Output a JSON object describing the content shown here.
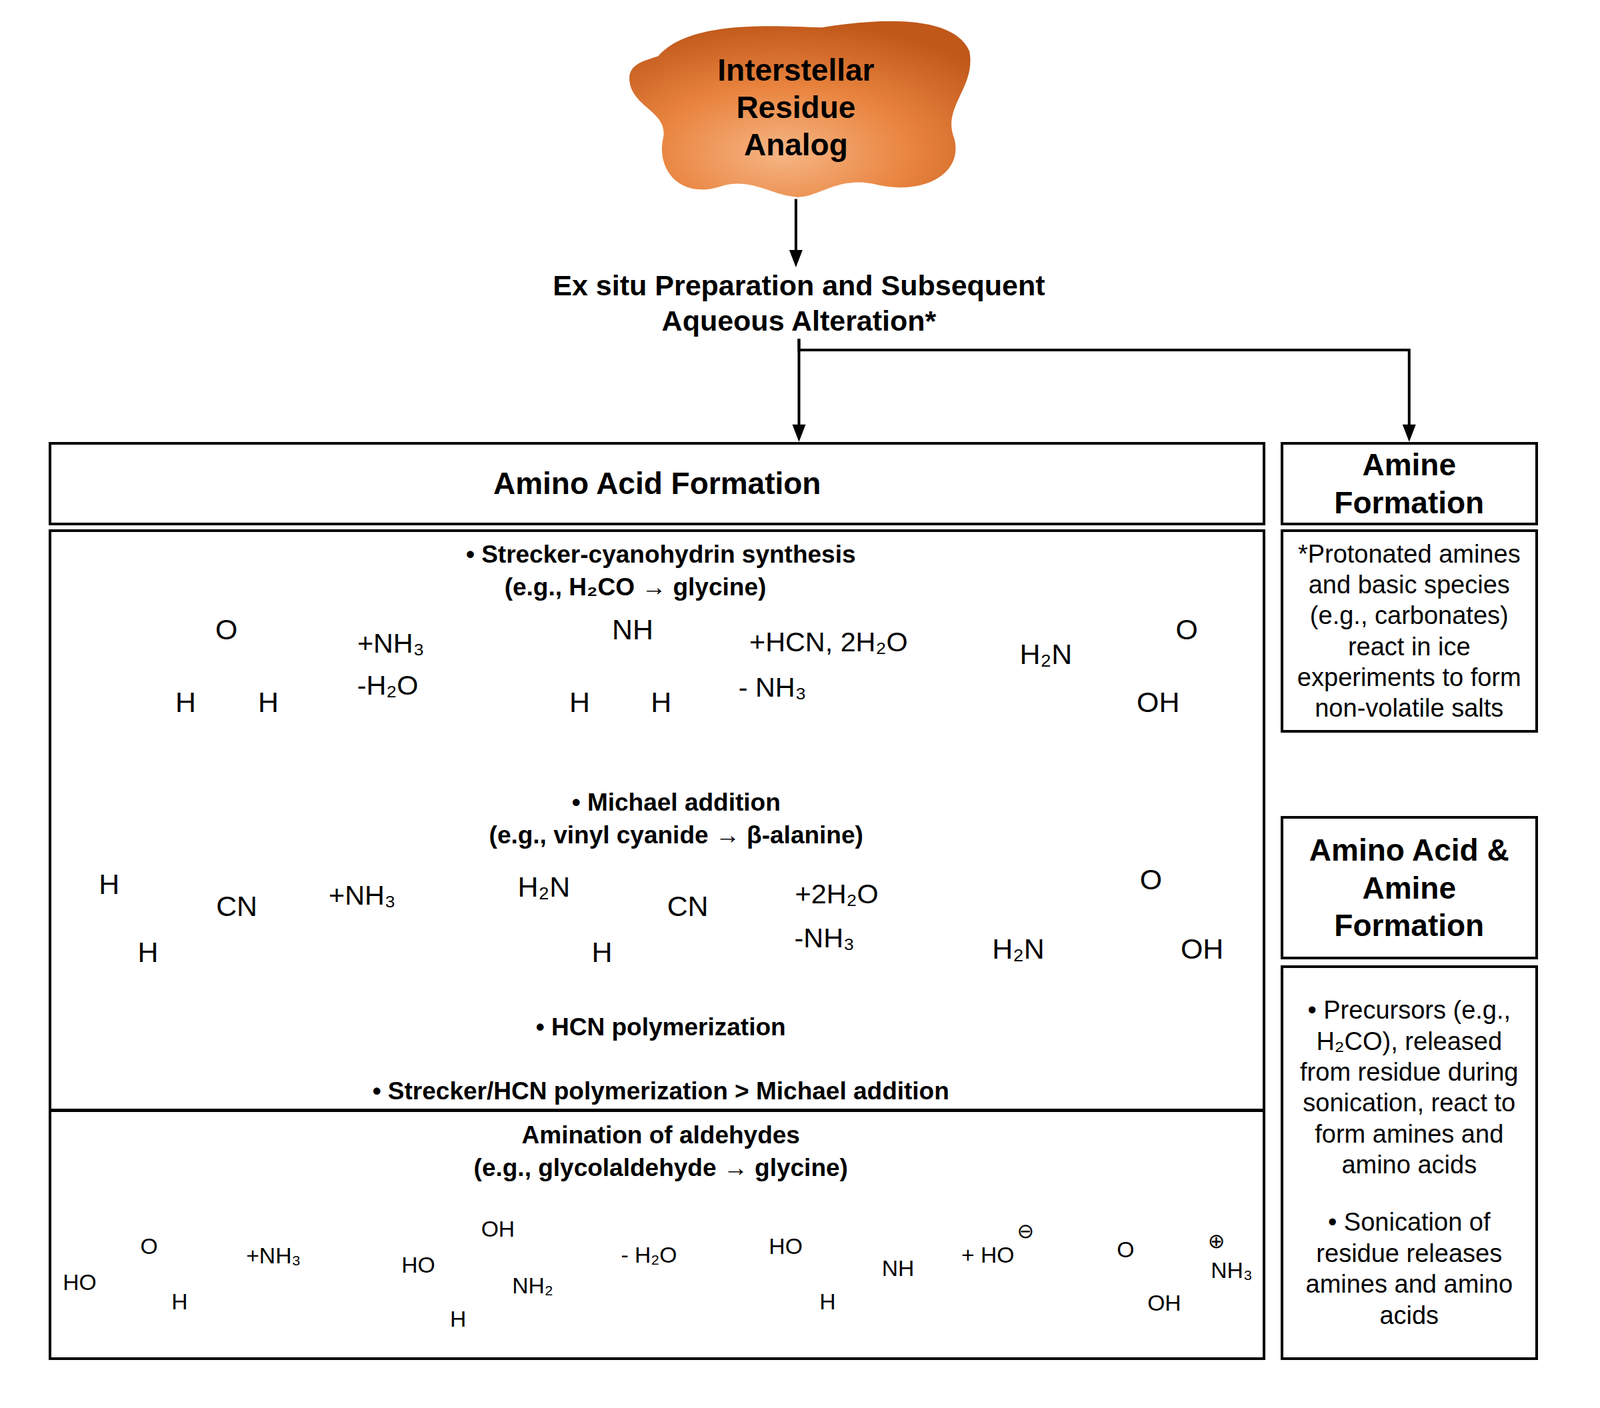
{
  "diagram": {
    "nodes": [
      {
        "text": [
          "Interstellar Residue Analog"
        ]
      },
      {
        "text": [
          "Ex situ Preparation and Subsequent Aqueous Alteration*"
        ]
      },
      {
        "text": [
          "Amino Acid Formation"
        ]
      },
      {
        "text": [
          "• Strecker-cyanohydrin synthesis",
          "(e.g., H₂CO → glycine)",
          "• Michael addition",
          "(e.g., vinyl cyanide → β-alanine)",
          "• HCN polymerization",
          "• Strecker/HCN polymerization > Michael addition"
        ]
      },
      {
        "text": [
          "Amination of aldehydes",
          "(e.g., glycolaldehyde → glycine)"
        ]
      },
      {
        "text": [
          "Amine Formation"
        ]
      },
      {
        "text": [
          "*Protonated amines and basic species (e.g., carbonates) react in ice experiments to form non-volatile salts"
        ]
      },
      {
        "text": [
          "Amino Acid & Amine Formation"
        ]
      },
      {
        "text": [
          "• Precursors (e.g., H₂CO), released from residue during sonication, react to form amines and amino acids",
          "• Sonication of residue releases amines and amino acids"
        ]
      }
    ],
    "edges": [
      {
        "from": 0,
        "to": 1,
        "arrow": "to"
      },
      {
        "from": 1,
        "to": 2,
        "arrow": "to"
      },
      {
        "from": 1,
        "to": 5,
        "arrow": "to"
      }
    ],
    "labels": [
      "O",
      "H",
      "H",
      "+NH₃",
      "-H₂O",
      "NH",
      "H",
      "H",
      "+HCN, 2H₂O",
      "- NH₃",
      "H₂N",
      "O",
      "OH",
      "H",
      "H",
      "CN",
      "+NH₃",
      "H₂N",
      "CN",
      "H",
      "+2H₂O",
      "-NH₃",
      "O",
      "H₂N",
      "OH",
      "O",
      "HO",
      "H",
      "+NH₃",
      "OH",
      "HO",
      "NH₂",
      "H",
      "- H₂O",
      "HO",
      "NH",
      "H",
      "+ HO",
      "⊖",
      "O",
      "NH₃",
      "⊕",
      "OH"
    ]
  }
}
